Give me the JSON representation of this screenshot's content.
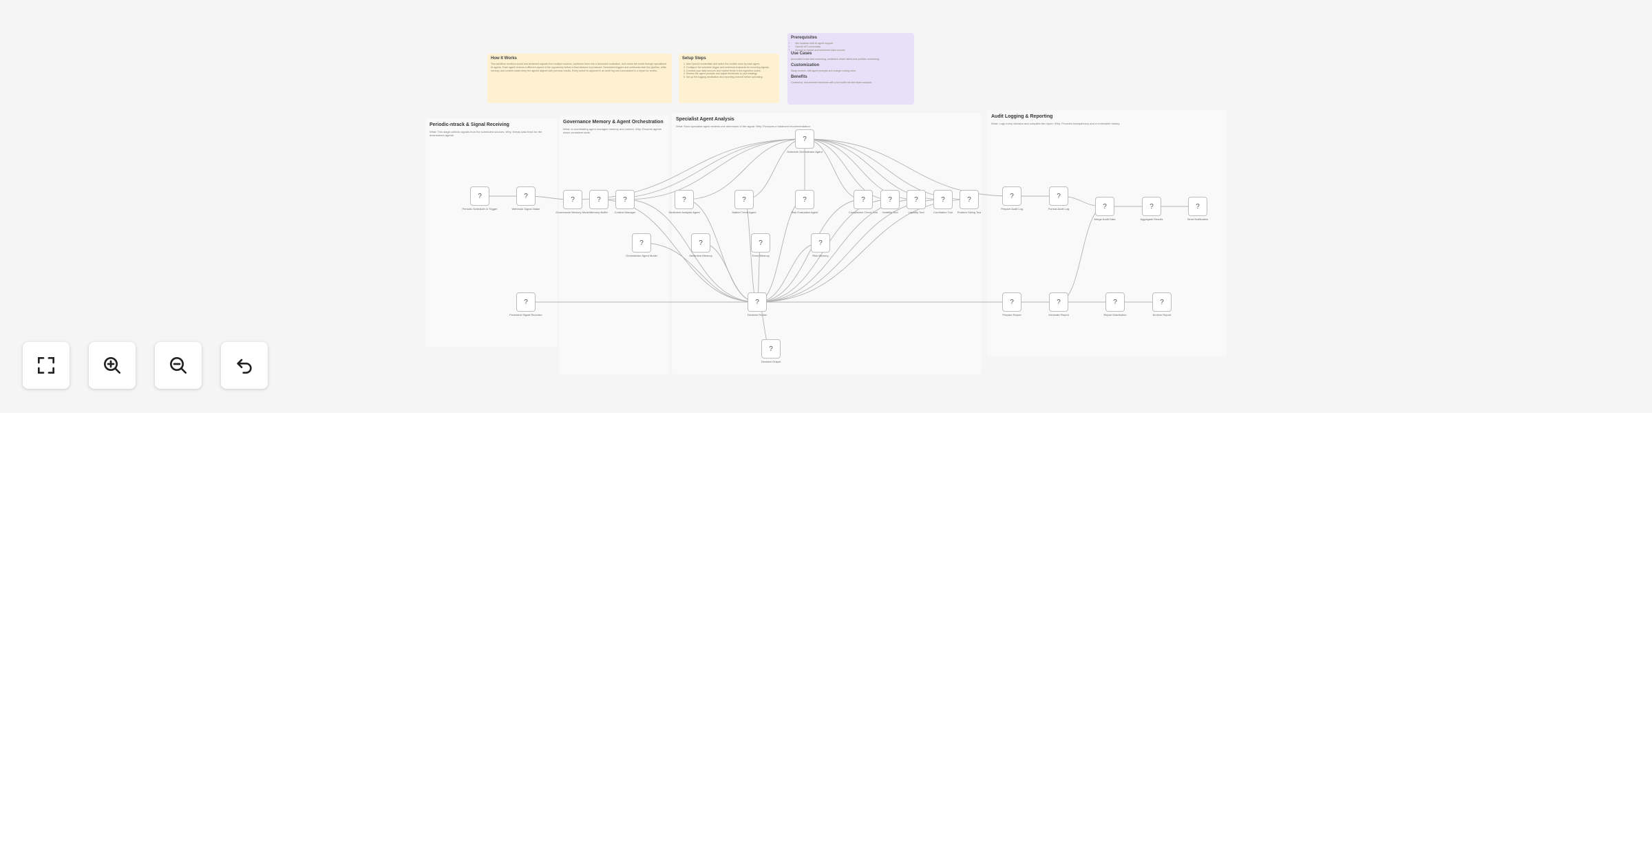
{
  "notes": {
    "how_it_works": {
      "title": "How It Works",
      "body": "This workflow monitors social and sentiment signals from multiple sources, combines them into a structured evaluation, and routes the result through specialized AI agents. Each agent reviews a different aspect of the opportunity before a final decision is produced. Scheduled triggers and webhooks start the pipeline, while memory and context nodes keep the agents aligned with previous results. Every action is captured in an audit log and summarized in a report for review."
    },
    "setup_steps": {
      "title": "Setup Steps",
      "steps": [
        "Add OpenAI credentials and select the models used by each agent.",
        "Configure the schedule trigger and webhook endpoints for incoming signals.",
        "Connect your data sources and market feeds in the ingestion nodes.",
        "Review the agent prompts and adjust thresholds to your strategy.",
        "Set up the logging destination and reporting channel before activating."
      ]
    },
    "prerequisites": {
      "title": "Prerequisites",
      "items": [
        "n8n instance with AI agent support",
        "OpenAI API credentials",
        "Access to market and sentiment data sources"
      ]
    },
    "use_cases": {
      "title": "Use Cases",
      "body": "Automated trade idea screening, sentiment-driven alerts and portfolio monitoring."
    },
    "customization": {
      "title": "Customization",
      "body": "Swap models, edit agent prompts and change routing rules."
    },
    "benefits": {
      "title": "Benefits",
      "body": "Consistent, documented decisions with a full audit trail and faster analysis."
    }
  },
  "groups": [
    {
      "title": "Periodic-ntrack & Signal Receiving",
      "desc": "What: This stage collects signals from the scheduled sources. Why: Keeps data fresh for the downstream agents."
    },
    {
      "title": "Governance Memory & Agent Orchestration",
      "desc": "What: A coordinating agent manages memory and context. Why: Ensures agents share consistent state."
    },
    {
      "title": "Specialist Agent Analysis",
      "desc": "What: Each specialist agent reviews one dimension of the signal. Why: Produces a balanced recommendation."
    },
    {
      "title": "Audit Logging & Reporting",
      "desc": "What: Logs every decision and compiles the report. Why: Provides transparency and a reviewable history."
    }
  ],
  "nodes": [
    {
      "id": "n1",
      "label": "Schedule Orchestrator Agent"
    },
    {
      "id": "n2",
      "label": "Periodic Scheduler & Trigger"
    },
    {
      "id": "n3",
      "label": "Webhook Signal Intake"
    },
    {
      "id": "n4",
      "label": "Governance Memory Model"
    },
    {
      "id": "n5",
      "label": "Memory Buffer"
    },
    {
      "id": "n6",
      "label": "Context Manager"
    },
    {
      "id": "n7",
      "label": "Sentiment Analysis Agent"
    },
    {
      "id": "n8",
      "label": "Market Trend Agent"
    },
    {
      "id": "n9",
      "label": "Risk Evaluation Agent"
    },
    {
      "id": "n10",
      "label": "Compliance Check Tool"
    },
    {
      "id": "n11",
      "label": "Volatility Tool"
    },
    {
      "id": "n12",
      "label": "Liquidity Tool"
    },
    {
      "id": "n13",
      "label": "Correlation Tool"
    },
    {
      "id": "n14",
      "label": "Position Sizing Tool"
    },
    {
      "id": "n15",
      "label": "Prepare Audit Log"
    },
    {
      "id": "n16",
      "label": "Format Audit Log"
    },
    {
      "id": "n17",
      "label": "Merge Audit Data"
    },
    {
      "id": "n18",
      "label": "Aggregate Results"
    },
    {
      "id": "n19",
      "label": "Send Notification"
    },
    {
      "id": "n20",
      "label": "Orchestrator Agent Model"
    },
    {
      "id": "n21",
      "label": "Sentiment Memory"
    },
    {
      "id": "n22",
      "label": "Trend Memory"
    },
    {
      "id": "n23",
      "label": "Risk Memory"
    },
    {
      "id": "n24",
      "label": "Persistent Signal Recorder"
    },
    {
      "id": "n25",
      "label": "Decision Router"
    },
    {
      "id": "n26",
      "label": "Decision Output"
    },
    {
      "id": "n27",
      "label": "Prepare Report"
    },
    {
      "id": "n28",
      "label": "Generate Report"
    },
    {
      "id": "n29",
      "label": "Report Distribution"
    },
    {
      "id": "n30",
      "label": "Archive Report"
    }
  ],
  "node_glyph": "?",
  "controls": [
    {
      "name": "fit-view-button",
      "icon": "fullscreen-icon"
    },
    {
      "name": "zoom-in-button",
      "icon": "zoom-in-icon"
    },
    {
      "name": "zoom-out-button",
      "icon": "zoom-out-icon"
    },
    {
      "name": "undo-button",
      "icon": "undo-icon"
    }
  ]
}
